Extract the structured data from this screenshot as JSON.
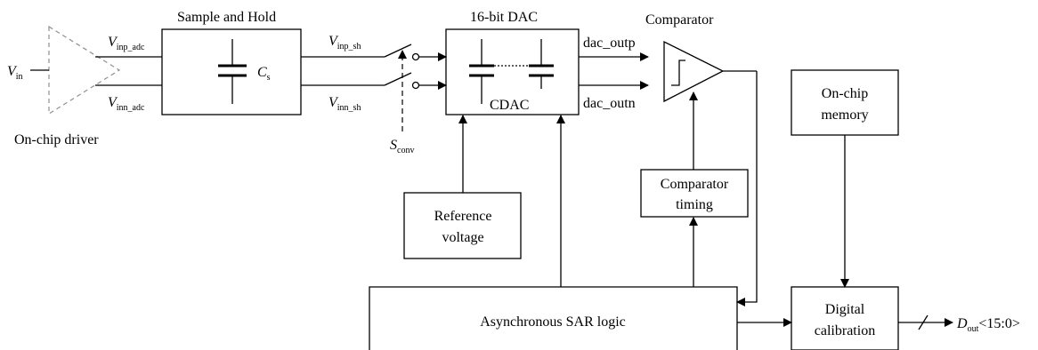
{
  "driver": {
    "input_label": "V",
    "input_sub": "in",
    "caption": "On-chip driver"
  },
  "sample_hold": {
    "title": "Sample and Hold",
    "cap_label": "C",
    "cap_sub": "s",
    "in_p_label": "V",
    "in_p_sub": "inp_adc",
    "in_n_label": "V",
    "in_n_sub": "inn_adc"
  },
  "switches": {
    "out_p_label": "V",
    "out_p_sub": "inp_sh",
    "out_n_label": "V",
    "out_n_sub": "inn_sh",
    "control_label": "S",
    "control_sub": "conv"
  },
  "dac": {
    "title": "16-bit DAC",
    "inner_label": "CDAC",
    "out_p": "dac_outp",
    "out_n": "dac_outn"
  },
  "comparator": {
    "title": "Comparator"
  },
  "reference": {
    "line1": "Reference",
    "line2": "voltage"
  },
  "timing": {
    "line1": "Comparator",
    "line2": "timing"
  },
  "memory": {
    "line1": "On-chip",
    "line2": "memory"
  },
  "sar": {
    "label": "Asynchronous SAR logic"
  },
  "calibration": {
    "line1": "Digital",
    "line2": "calibration"
  },
  "output": {
    "label": "D",
    "sub": "out",
    "bits": "<15:0>"
  }
}
